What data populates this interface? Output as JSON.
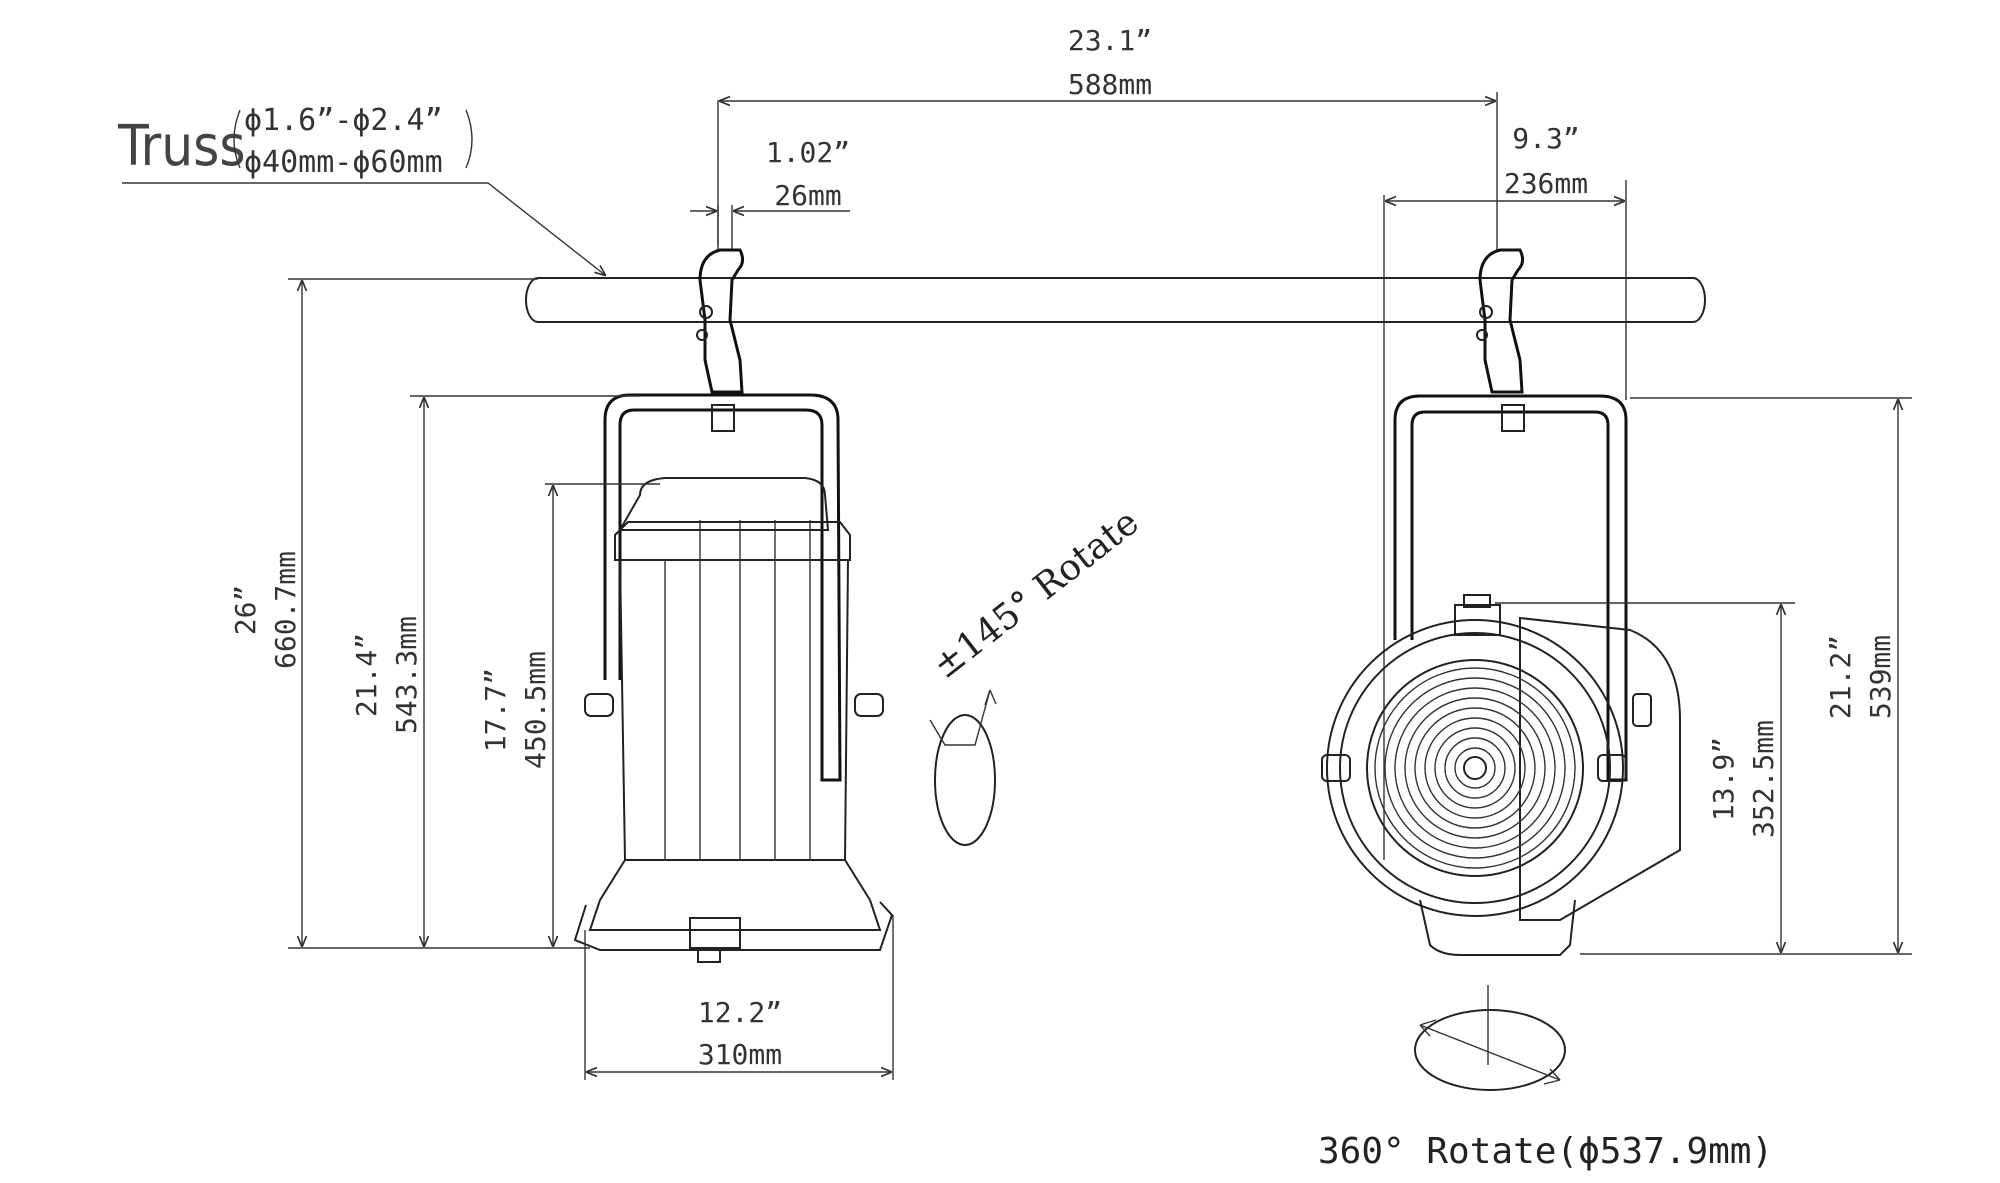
{
  "truss": {
    "label": "Truss",
    "range_in": "ϕ1.6”-ϕ2.4”",
    "range_mm": "ϕ40mm-ϕ60mm"
  },
  "dimensions": {
    "overall_width_in": "23.1”",
    "overall_width_mm": "588mm",
    "clamp_width_in": "1.02”",
    "clamp_width_mm": "26mm",
    "side_depth_in": "9.3”",
    "side_depth_mm": "236mm",
    "total_height_in": "26”",
    "total_height_mm": "660.7mm",
    "yoke_height_in": "21.4”",
    "yoke_height_mm": "543.3mm",
    "body_height_in": "17.7”",
    "body_height_mm": "450.5mm",
    "base_width_in": "12.2”",
    "base_width_mm": "310mm",
    "side_yoke_height_in": "21.2”",
    "side_yoke_height_mm": "539mm",
    "lens_height_in": "13.9”",
    "lens_height_mm": "352.5mm"
  },
  "annotations": {
    "tilt_rotation": "±145° Rotate",
    "pan_rotation": "360° Rotate(ϕ537.9mm)"
  }
}
